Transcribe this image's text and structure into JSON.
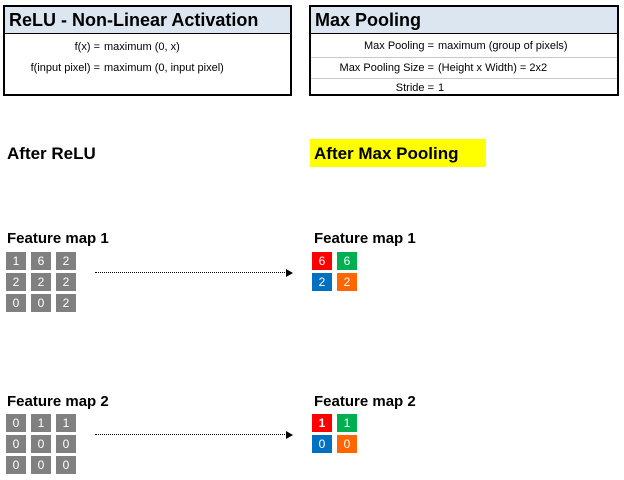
{
  "relu_box": {
    "title": "ReLU - Non-Linear Activation",
    "rows": [
      {
        "lhs": "f(x) =",
        "rhs": "maximum (0, x)"
      },
      {
        "lhs": "f(input pixel) =",
        "rhs": "maximum (0, input pixel)"
      }
    ]
  },
  "pool_box": {
    "title": "Max Pooling",
    "rows": [
      {
        "lhs": "Max Pooling =",
        "rhs": "maximum (group of pixels)"
      },
      {
        "lhs": "Max Pooling Size =",
        "rhs": "(Height x Width) = 2x2"
      },
      {
        "lhs": "Stride =",
        "rhs": "1"
      }
    ]
  },
  "after_relu_label": "After ReLU",
  "after_pool_label": "After Max Pooling",
  "feature_maps": [
    {
      "label": "Feature map 1",
      "relu": [
        [
          "1",
          "6",
          "2"
        ],
        [
          "2",
          "2",
          "2"
        ],
        [
          "0",
          "0",
          "2"
        ]
      ],
      "pooled": [
        [
          "6",
          "6"
        ],
        [
          "2",
          "2"
        ]
      ]
    },
    {
      "label": "Feature map 2",
      "relu": [
        [
          "0",
          "1",
          "1"
        ],
        [
          "0",
          "0",
          "0"
        ],
        [
          "0",
          "0",
          "0"
        ]
      ],
      "pooled": [
        [
          "1",
          "1"
        ],
        [
          "0",
          "0"
        ]
      ]
    }
  ],
  "colors": {
    "relu_cell": "#808080",
    "pool_top_left": "#ff0000",
    "pool_top_right": "#00b050",
    "pool_bottom_left": "#0070c0",
    "pool_bottom_right": "#ff6600",
    "box_header": "#dce6f1",
    "highlight": "#ffff00"
  }
}
